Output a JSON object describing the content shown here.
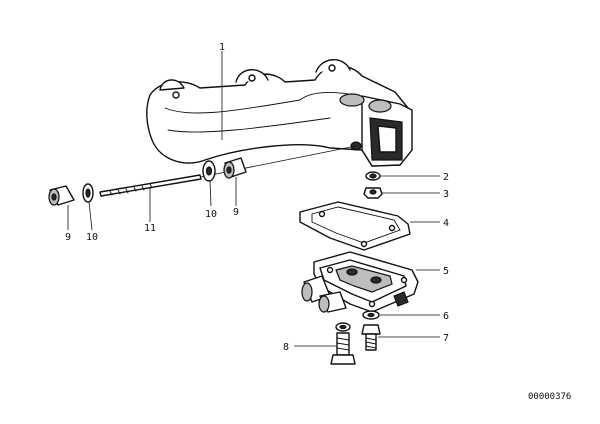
{
  "diagram_id": "00000376",
  "callouts": [
    "1",
    "2",
    "3",
    "4",
    "5",
    "6",
    "7",
    "8",
    "9",
    "10",
    "11",
    "10",
    "9"
  ]
}
